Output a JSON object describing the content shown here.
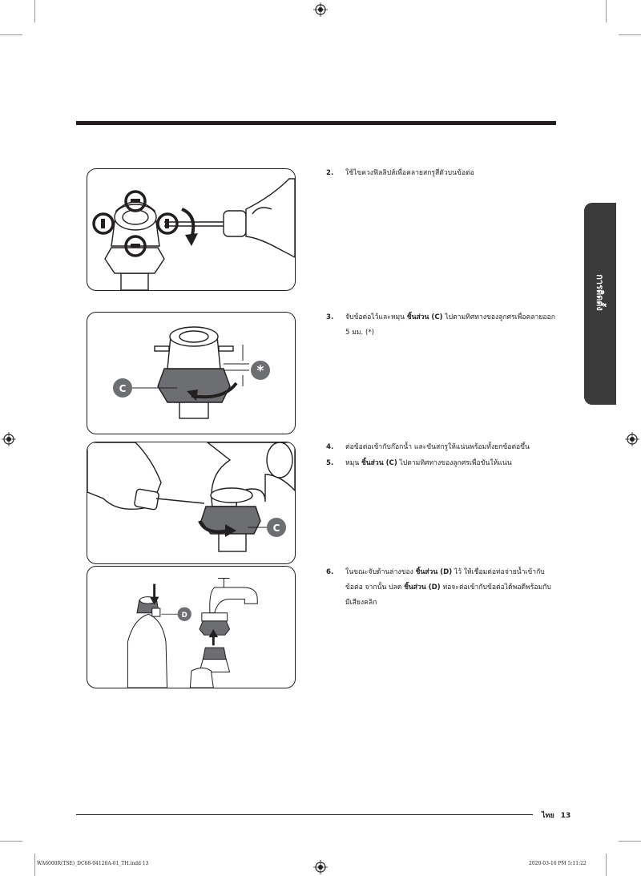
{
  "side_tab": {
    "label": "การติดตั้ง"
  },
  "steps": [
    {
      "num": "2.",
      "text": "ใช้ไขควงฟิลลิปส์เพื่อคลายสกรูสี่ตัวบนข้อต่อ"
    },
    {
      "num": "3.",
      "t1": "จับข้อต่อไว้และหมุน ",
      "b1": "ชิ้นส่วน (C)",
      "t2": " ไปตามทิศทางของลูกศรเพื่อคลายออก",
      "line2": "5 มม. (*)"
    },
    {
      "num": "4.",
      "text": "ต่อข้อต่อเข้ากับก๊อกน้ำ และขันสกรูให้แน่นพร้อมทั้งยกข้อต่อขึ้น"
    },
    {
      "num": "5.",
      "t1": "หมุน ",
      "b1": "ชิ้นส่วน (C)",
      "t2": " ไปตามทิศทางของลูกศรเพื่อขันให้แน่น"
    },
    {
      "num": "6.",
      "t1": "ในขณะจับด้านล่างของ ",
      "b1": "ชิ้นส่วน (D)",
      "t2": " ไว้ ให้เชื่อมต่อท่อจ่ายน้ำเข้ากับ",
      "t3": "ข้อต่อ จากนั้น ปลด ",
      "b2": "ชิ้นส่วน (D)",
      "t4": " ท่อจะต่อเข้ากับข้อต่อได้พอดีพร้อมกับ",
      "t5": "มีเสียงคลิก"
    }
  ],
  "labels": {
    "c": "C",
    "d": "D",
    "star": "*"
  },
  "page": {
    "lang": "ไทย",
    "number": "13"
  },
  "footer": {
    "left": "WA6000R(TSE)_DC68-04120A-01_TH.indd   13",
    "right": "2020-03-16   PM 5:11:22"
  }
}
